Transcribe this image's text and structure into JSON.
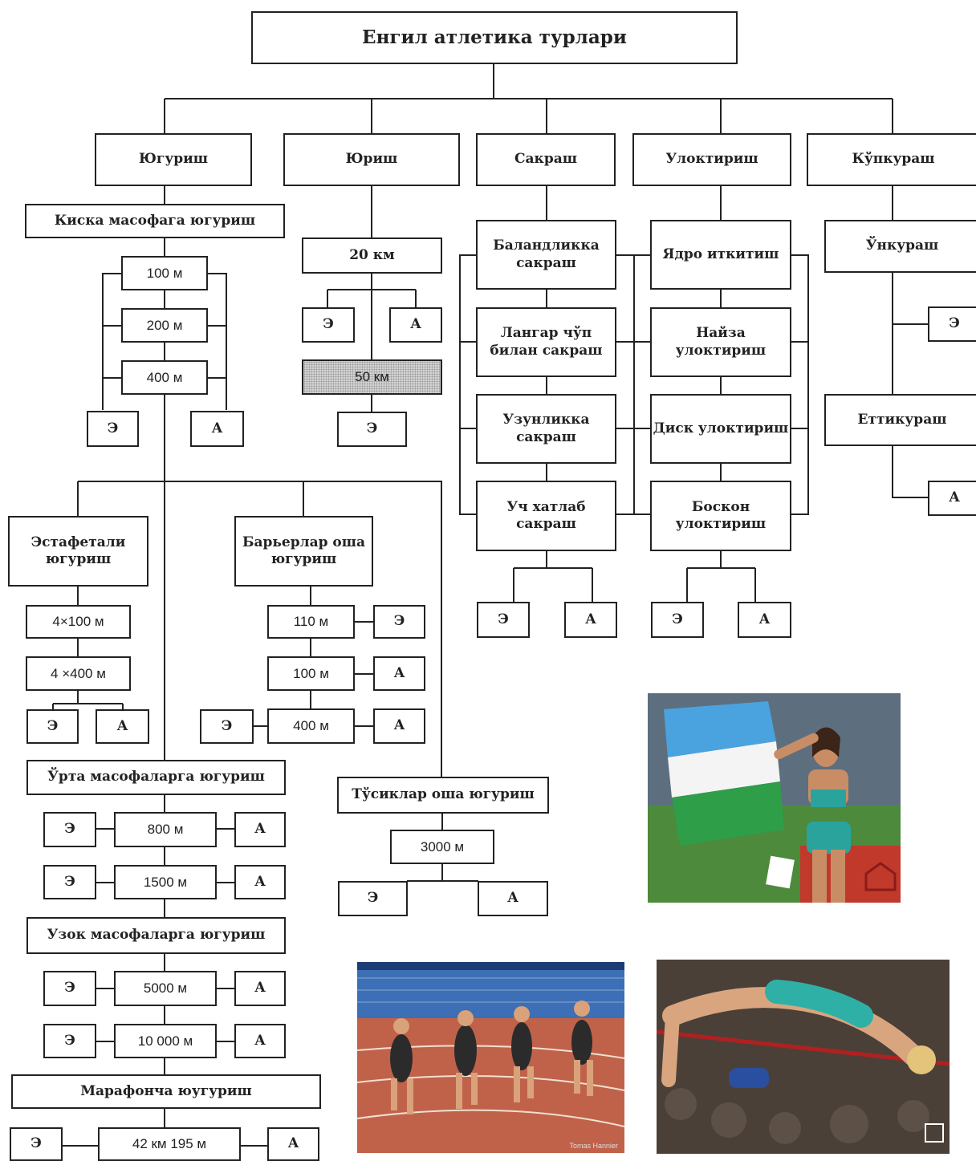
{
  "title": "Енгил атлетика турлари",
  "marks": {
    "e": "Э",
    "a": "А"
  },
  "categories": {
    "running": "Югуриш",
    "walking": "Юриш",
    "jumping": "Сакраш",
    "throwing": "Улоктириш",
    "allround": "Кўпкураш"
  },
  "running": {
    "short": {
      "title": "Киска масофага югуриш",
      "items": [
        "100 м",
        "200 м",
        "400 м"
      ]
    },
    "relay": {
      "title": "Эстафетали югуриш",
      "items": [
        "4×100 м",
        "4 ×400 м"
      ]
    },
    "hurdles": {
      "title": "Барьерлар оша югуриш",
      "items": [
        "110 м",
        "100 м",
        "400 м"
      ]
    },
    "steeple": {
      "title": "Тўсиклар оша югуриш",
      "items": [
        "3000 м"
      ]
    },
    "middle": {
      "title": "Ўрта масофаларга югуриш",
      "items": [
        "800 м",
        "1500 м"
      ]
    },
    "long": {
      "title": "Узок масофаларга югуриш",
      "items": [
        "5000 м",
        "10 000 м"
      ]
    },
    "marathon": {
      "title": "Марафонча юугуриш",
      "items": [
        "42 км 195 м"
      ]
    }
  },
  "walking": {
    "items": [
      "20 км",
      "50 км"
    ]
  },
  "jumping": {
    "items": [
      "Баландликка сакраш",
      "Лангар чўп билан сакраш",
      "Узунликка сакраш",
      "Уч хатлаб сакраш"
    ]
  },
  "throwing": {
    "items": [
      "Ядро иткитиш",
      "Найза улоктириш",
      "Диск улоктириш",
      "Боскон улоктириш"
    ]
  },
  "allround": {
    "items": [
      "Ўнкураш",
      "Еттикураш"
    ]
  },
  "photos": {
    "relay_watermark": "Tomas Hannier"
  },
  "colors": {
    "line": "#222222",
    "box_border": "#222222",
    "hatched": "#d3d3d3"
  }
}
